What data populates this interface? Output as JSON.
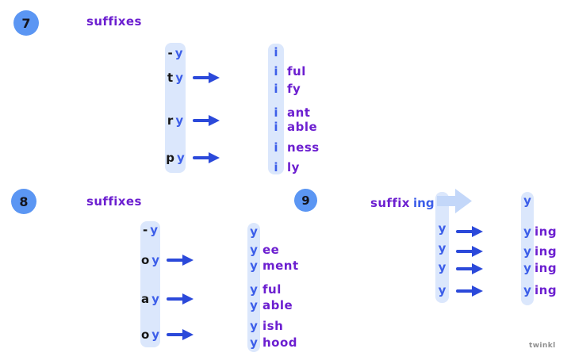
{
  "s7": {
    "badge": "7",
    "title": "suffixes",
    "left": {
      "top": {
        "pre": "-",
        "end": "y"
      },
      "rows": [
        {
          "pre": "t",
          "end": "y"
        },
        {
          "pre": "r",
          "end": "y"
        },
        {
          "pre": "p",
          "end": "y"
        }
      ]
    },
    "right": {
      "top_label": "i",
      "rows": [
        {
          "base": "i",
          "suffix": "ful"
        },
        {
          "base": "i",
          "suffix": "fy"
        },
        {
          "base": "i",
          "suffix": "ant"
        },
        {
          "base": "i",
          "suffix": "able"
        },
        {
          "base": "i",
          "suffix": "ness"
        },
        {
          "base": "i",
          "suffix": "ly"
        }
      ]
    }
  },
  "s8": {
    "badge": "8",
    "title": "suffixes",
    "left": {
      "top": {
        "pre": "-",
        "end": "y"
      },
      "rows": [
        {
          "pre": "o",
          "end": "y"
        },
        {
          "pre": "a",
          "end": "y"
        },
        {
          "pre": "o",
          "end": "y"
        }
      ]
    },
    "right": {
      "top_label": "y",
      "rows": [
        {
          "base": "y",
          "suffix": "ee"
        },
        {
          "base": "y",
          "suffix": "ment"
        },
        {
          "base": "y",
          "suffix": "ful"
        },
        {
          "base": "y",
          "suffix": "able"
        },
        {
          "base": "y",
          "suffix": "ish"
        },
        {
          "base": "y",
          "suffix": "hood"
        }
      ]
    }
  },
  "s9": {
    "badge": "9",
    "title": "suffix",
    "suffix_label": "ing",
    "left": {
      "rows": [
        {
          "base": "y"
        },
        {
          "base": "y"
        },
        {
          "base": "y"
        },
        {
          "base": "y"
        }
      ]
    },
    "right": {
      "top_label": "y",
      "rows": [
        {
          "base": "y",
          "suffix": "ing"
        },
        {
          "base": "y",
          "suffix": "ing"
        },
        {
          "base": "y",
          "suffix": "ing"
        },
        {
          "base": "y",
          "suffix": "ing"
        }
      ]
    }
  },
  "watermark": "twinkl",
  "colors": {
    "badge_blue": "#5b96f3",
    "letter_blue": "#3c5ee9",
    "arrow_blue": "#2b49da",
    "suffix_purple": "#6c1fd0",
    "strip_bg": "#dbe7fc",
    "light_arrow": "#c3d7f9",
    "dark_letter": "#161616",
    "watermark_gray": "#8f8f8f"
  }
}
